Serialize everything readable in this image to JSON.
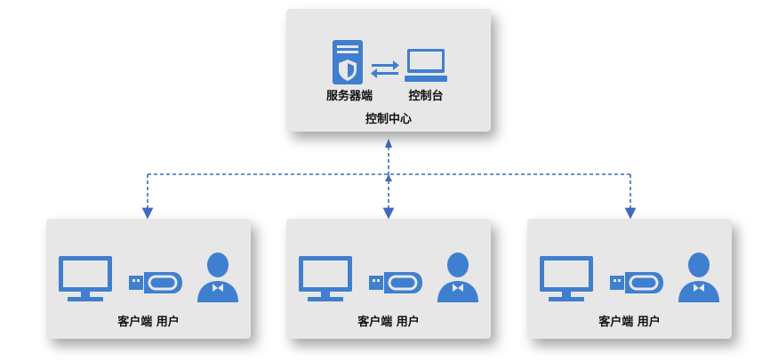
{
  "control_center": {
    "server_label": "服务器端",
    "console_label": "控制台",
    "title": "控制中心"
  },
  "clients": [
    {
      "label": "客户端 用户"
    },
    {
      "label": "客户端 用户"
    },
    {
      "label": "客户端 用户"
    }
  ],
  "colors": {
    "icon_blue": "#3f7fcf",
    "box_bg": "#e7e7e7",
    "connector": "#3f68c2"
  }
}
